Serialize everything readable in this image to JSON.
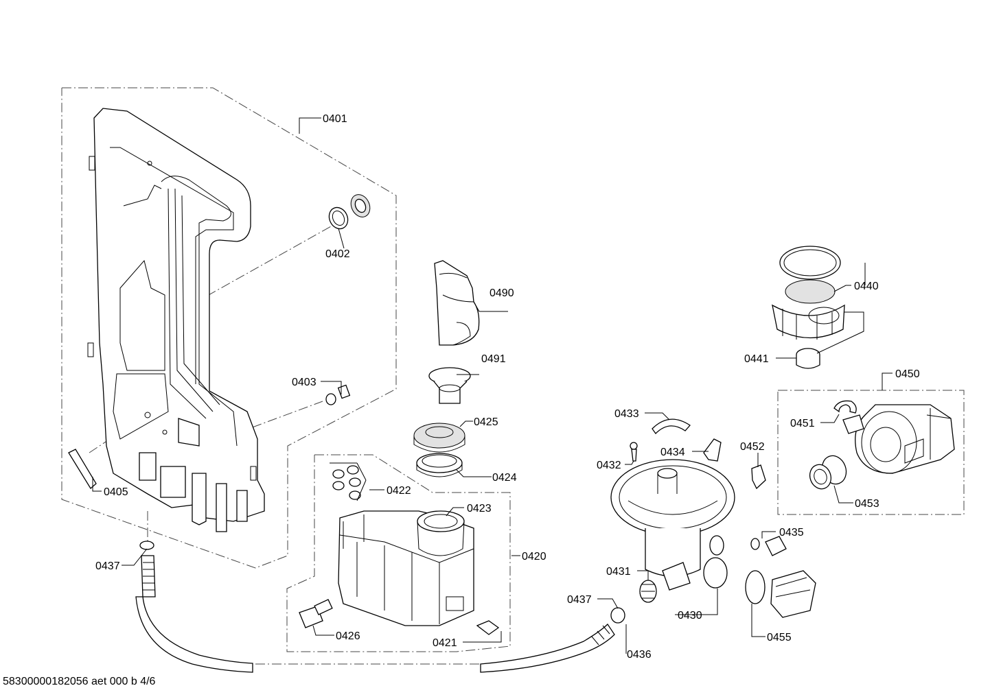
{
  "labels": {
    "l0401": "0401",
    "l0402": "0402",
    "l0403": "0403",
    "l0405": "0405",
    "l0437a": "0437",
    "l0490": "0490",
    "l0491": "0491",
    "l0425": "0425",
    "l0424": "0424",
    "l0422": "0422",
    "l0423": "0423",
    "l0420": "0420",
    "l0426": "0426",
    "l0421": "0421",
    "l0440": "0440",
    "l0441": "0441",
    "l0450": "0450",
    "l0451": "0451",
    "l0453": "0453",
    "l0433": "0433",
    "l0432": "0432",
    "l0434": "0434",
    "l0452": "0452",
    "l0435": "0435",
    "l0431": "0431",
    "l0430": "0430",
    "l0455": "0455",
    "l0437b": "0437",
    "l0436": "0436"
  },
  "footer": {
    "doc_id": "58300000182056 aet 000 b 4/6"
  }
}
